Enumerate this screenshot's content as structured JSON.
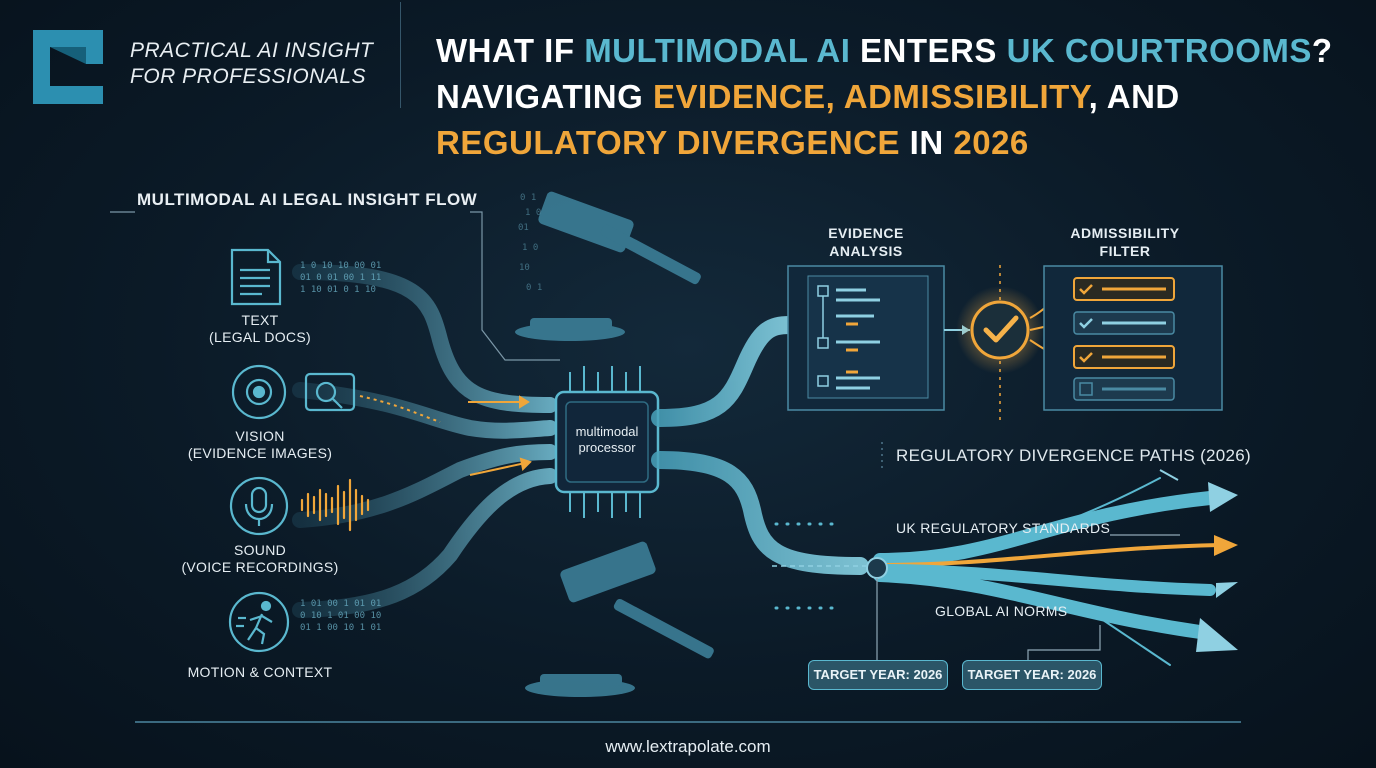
{
  "brand": {
    "logo_icon": "bracket-logo-icon",
    "tagline_line1": "PRACTICAL AI INSIGHT",
    "tagline_line2": "FOR PROFESSIONALS"
  },
  "headline": {
    "line1_a": "WHAT IF ",
    "line1_b": "MULTIMODAL AI",
    "line1_c": " ENTERS ",
    "line1_d": "UK COURTROOMS",
    "line1_e": "?",
    "line2_a": "NAVIGATING ",
    "line2_b": "EVIDENCE, ADMISSIBILITY",
    "line2_c": ", AND",
    "line3_a": "REGULATORY DIVERGENCE",
    "line3_b": " IN ",
    "line3_c": "2026"
  },
  "flow": {
    "title": "MULTIMODAL AI LEGAL INSIGHT FLOW",
    "inputs": [
      {
        "line1": "TEXT",
        "line2": "(LEGAL DOCS)",
        "icon": "document-icon"
      },
      {
        "line1": "VISION",
        "line2": "(EVIDENCE IMAGES)",
        "icon": "camera-icon"
      },
      {
        "line1": "SOUND",
        "line2": "(VOICE RECORDINGS)",
        "icon": "microphone-icon"
      },
      {
        "line1": "MOTION & CONTEXT",
        "line2": "",
        "icon": "running-person-icon"
      }
    ],
    "processor_line1": "multimodal",
    "processor_line2": "processor"
  },
  "evidence": {
    "line1": "EVIDENCE",
    "line2": "ANALYSIS"
  },
  "admissibility": {
    "line1": "ADMISSIBILITY",
    "line2": "FILTER"
  },
  "regulatory": {
    "title": "REGULATORY DIVERGENCE PATHS (2026)",
    "uk_label": "UK REGULATORY STANDARDS",
    "global_label": "GLOBAL AI NORMS",
    "badge1": "TARGET YEAR: 2026",
    "badge2": "TARGET YEAR: 2026"
  },
  "footer": {
    "url": "www.lextrapolate.com"
  },
  "colors": {
    "cyan": "#5ab8cf",
    "orange": "#f0a63a",
    "background": "#0b1a27"
  }
}
